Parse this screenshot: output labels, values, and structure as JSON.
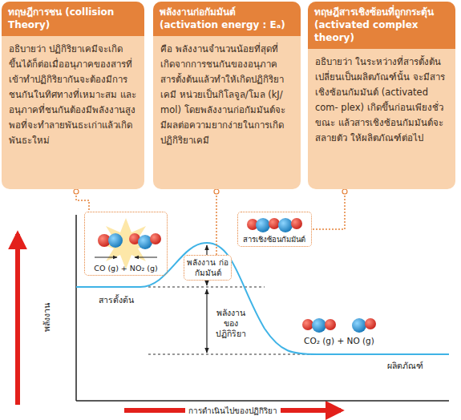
{
  "diagram": {
    "nodes": [
      {
        "text": [
          "ทฤษฎีการชน (collision Theory)",
          "อธิบายว่า ปฏิกิริยาเคมีจะเกิด ขึ้นได้ก็ต่อเมื่ออนุภาคของสารที่ เข้าทำปฏิกิริยากันจะต้องมีการ ชนกันในทิศทางที่เหมาะสม และ อนุภาคที่ชนกันต้องมีพลังงานสูง พอที่จะทำลายพันธะเก่าแล้วเกิด พันธะใหม่"
        ]
      },
      {
        "text": [
          "พลังงานก่อกัมมันต์ (activation energy : Eₐ)",
          "คือ พลังงานจำนวนน้อยที่สุดที่ เกิดจากการชนกันของอนุภาค สารตั้งต้นแล้วทำให้เกิดปฏิกิริยา เคมี หน่วยเป็นกิโลจูล/โมล (kJ/ mol) โดยพลังงานก่อกัมมันต์จะ มีผลต่อความยากง่ายในการเกิด ปฏิกิริยาเคมี"
        ]
      },
      {
        "text": [
          "ทฤษฎีสารเชิงซ้อนที่ถูกกระตุ้น (activated complex theory)",
          "อธิบายว่า ในระหว่างที่สารตั้งต้น เปลี่ยนเป็นผลิตภัณฑ์นั้น จะมีสาร เชิงซ้อนกัมมันต์ (activated com- plex) เกิดขึ้นก่อนเพียงชั่วขณะ แล้วสารเชิงซ้อนกัมมันต์จะสลายตัว ให้ผลิตภัณฑ์ต่อไป"
        ]
      },
      {
        "text": [
          "CO (g) + NO₂ (g)"
        ]
      },
      {
        "text": [
          "พลังงาน ก่อกัมมันต์"
        ]
      },
      {
        "text": [
          "สารเชิงซ้อนกัมมันต์"
        ]
      }
    ],
    "edges": [
      {
        "from": 0,
        "to": 3,
        "arrow": "none"
      },
      {
        "from": 1,
        "to": 4,
        "arrow": "none"
      },
      {
        "from": 2,
        "to": 5,
        "arrow": "none"
      }
    ],
    "labels": [
      "สารตั้งต้น",
      "พลังงาน ของปฏิกิริยา",
      "CO₂ (g) + NO (g)",
      "ผลิตภัณฑ์",
      "พลังงาน",
      "การดำเนินไปของปฏิกิริยา"
    ]
  }
}
